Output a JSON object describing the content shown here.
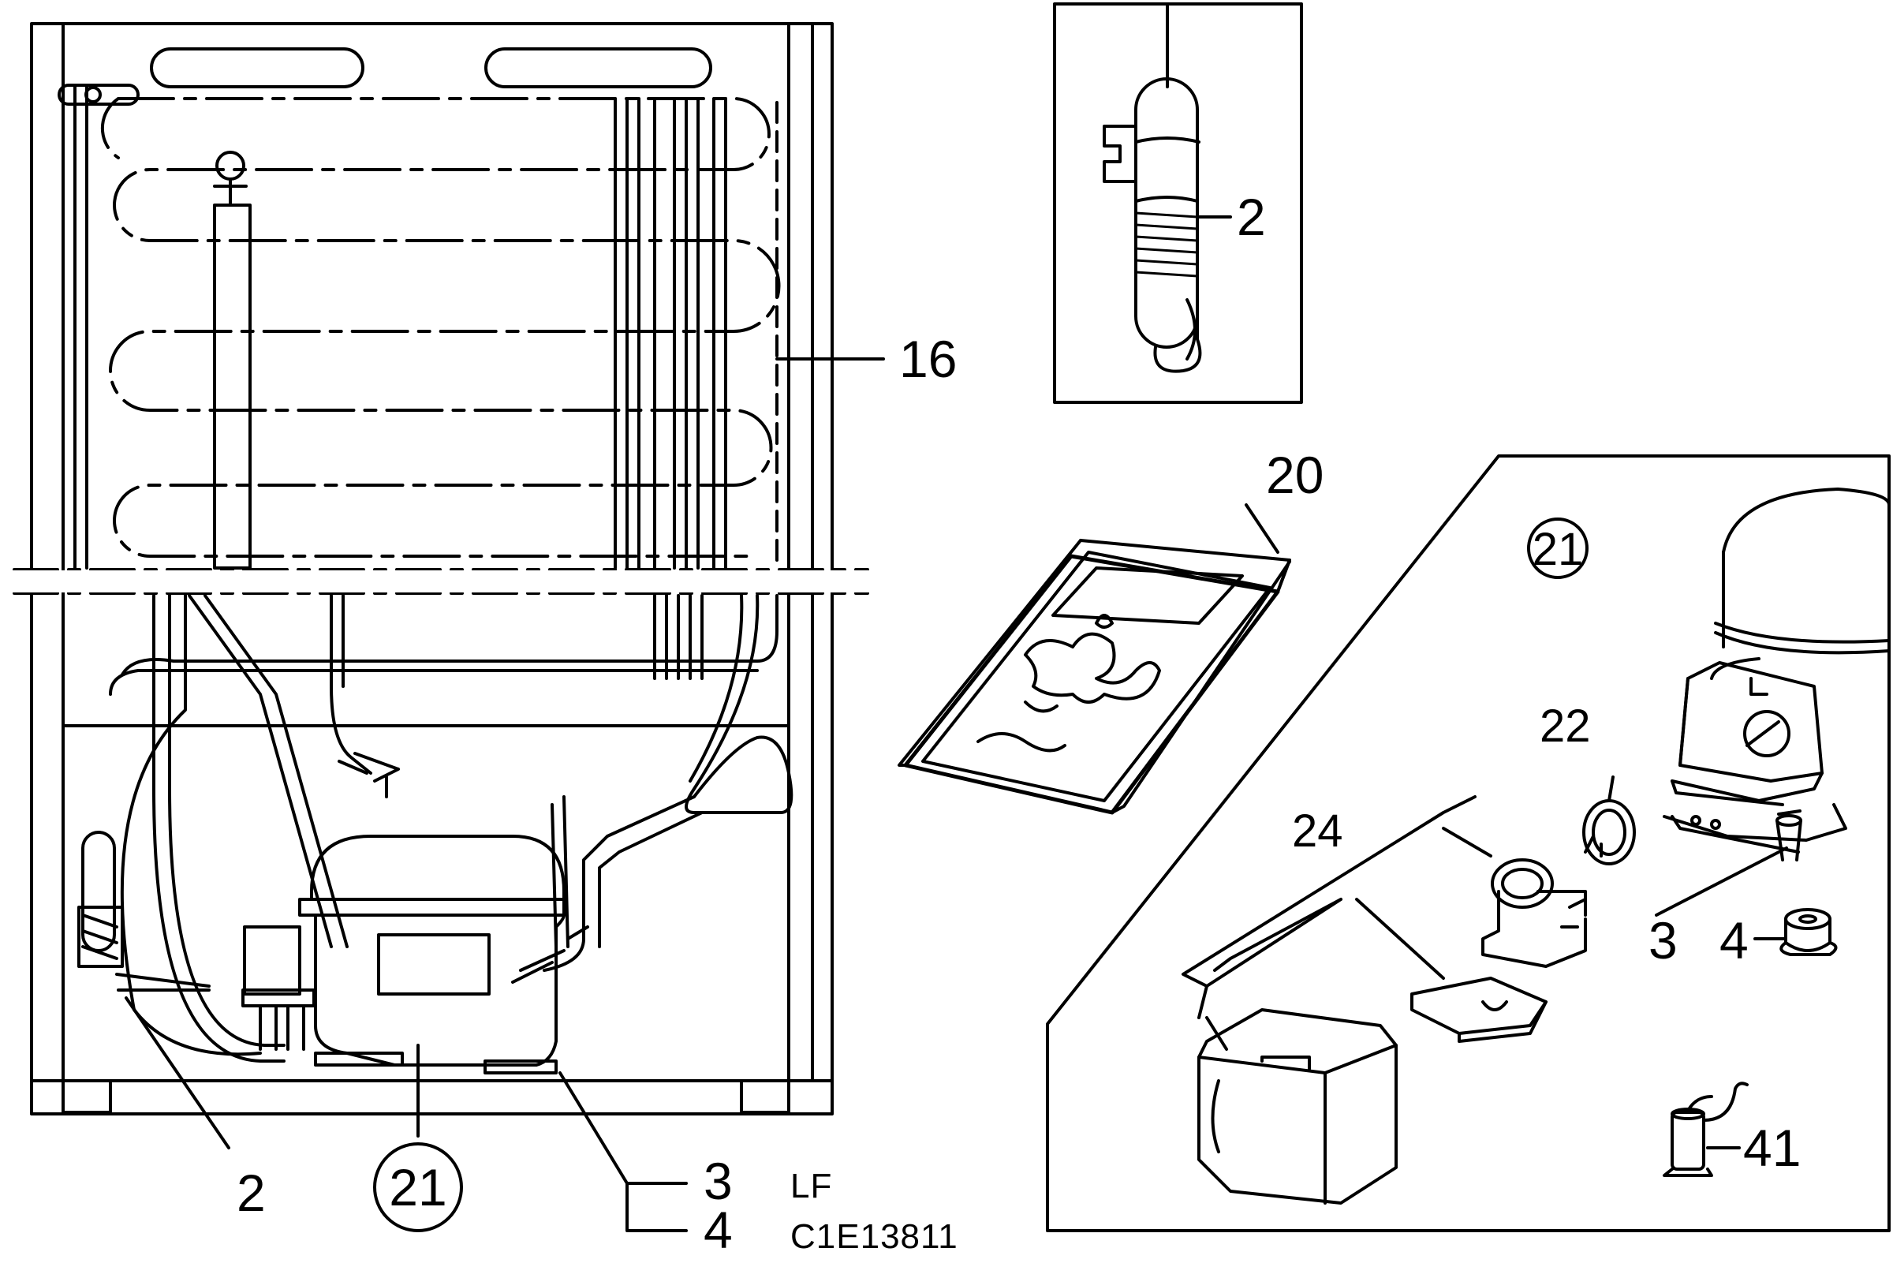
{
  "labels": {
    "thermostat_main": "2",
    "thermostat_detail": "2",
    "condenser": "16",
    "compressor_main": "21",
    "compressor_detail": "21",
    "grommet_main": "3",
    "bushing_main": "4",
    "grommet_detail": "3",
    "bushing_detail": "4",
    "instruction_sheet": "20",
    "overload": "22",
    "relay_kit": "24",
    "capacitor": "41"
  },
  "notes": {
    "version": "LF",
    "drawing_code": "C1E13811"
  }
}
